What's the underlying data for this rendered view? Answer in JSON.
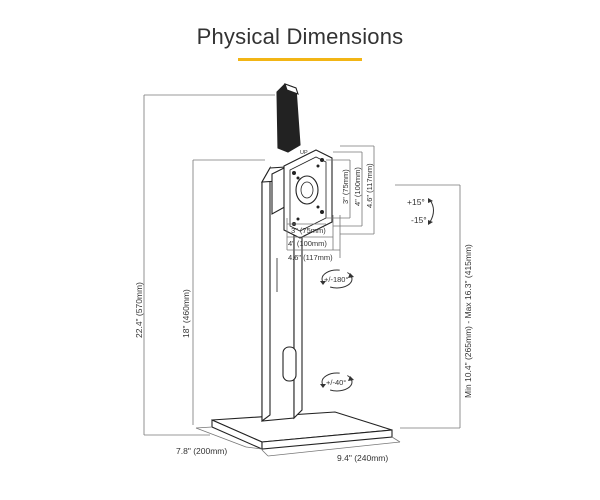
{
  "header": {
    "title": "Physical Dimensions",
    "accent_color": "#f2b515"
  },
  "dimensions": {
    "total_height": "22.4\" (570mm)",
    "pole_height": "18\" (460mm)",
    "base_depth": "7.8\" (200mm)",
    "base_width": "9.4\" (240mm)",
    "height_range": "Min 10.4\" (265mm) - Max 16.3\" (415mm)"
  },
  "vesa": {
    "h_75": "3\" (75mm)",
    "h_100": "4\" (100mm)",
    "h_117": "4.6\" (117mm)",
    "v_75": "3\" (75mm)",
    "v_100": "4\" (100mm)",
    "v_117": "4.6\" (117mm)",
    "up_marker": "UP"
  },
  "motion": {
    "tilt_up": "+15°",
    "tilt_down": "-15°",
    "rotation": "+/-180°",
    "swivel": "+/-40°"
  }
}
